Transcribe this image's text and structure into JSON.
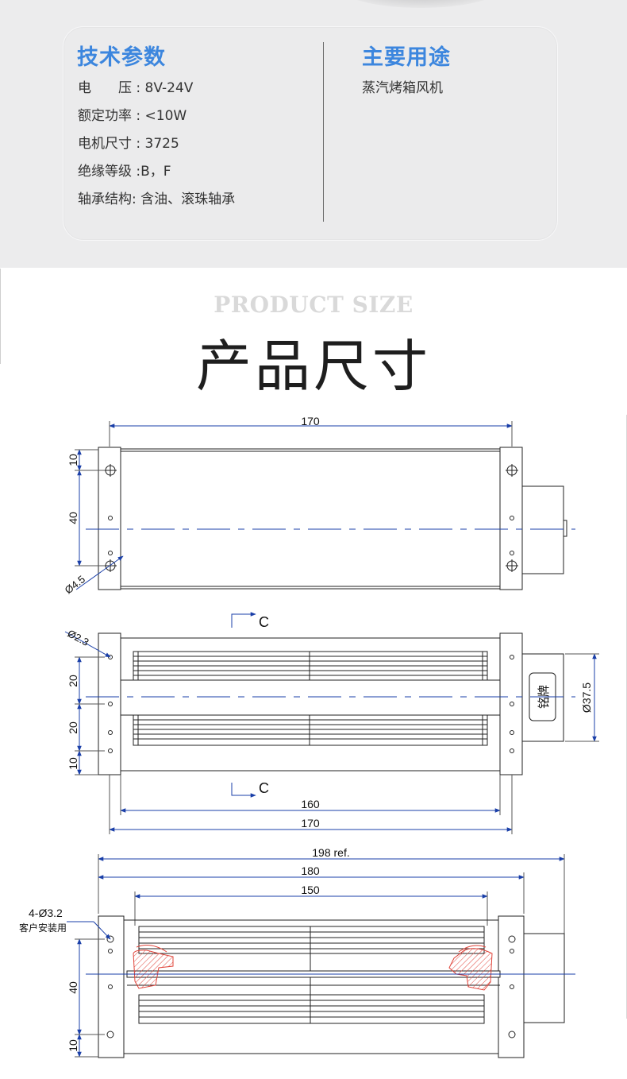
{
  "specs": {
    "title": "技术参数",
    "rows": [
      {
        "key": "电　　压",
        "value": "8V-24V"
      },
      {
        "key": "额定功率",
        "value": "<10W"
      },
      {
        "key": "电机尺寸",
        "value": "3725"
      },
      {
        "key": "绝缘等级",
        "value": "B，F"
      },
      {
        "key": "轴承结构",
        "value": "含油、滚珠轴承"
      }
    ]
  },
  "usage": {
    "title": "主要用途",
    "text": "蒸汽烤箱风机"
  },
  "size": {
    "title_en": "PRODUCT SIZE",
    "title_cn": "产品尺寸"
  },
  "drawings": {
    "top": {
      "width": "170",
      "dim1": "10",
      "dim2": "40",
      "hole": "Ø4.5"
    },
    "middle": {
      "hole": "Ø2.3",
      "dim1": "20",
      "dim2": "20",
      "dim3": "10",
      "section": "C",
      "inner": "160",
      "outer": "170",
      "motor_dia": "Ø37.5",
      "nameplate": "铭牌"
    },
    "bottom": {
      "overall": "198 ref.",
      "mid": "180",
      "inner": "150",
      "holes": "4-Ø3.2",
      "holes_note": "客户安装用",
      "dim1": "40",
      "dim2": "10"
    }
  }
}
